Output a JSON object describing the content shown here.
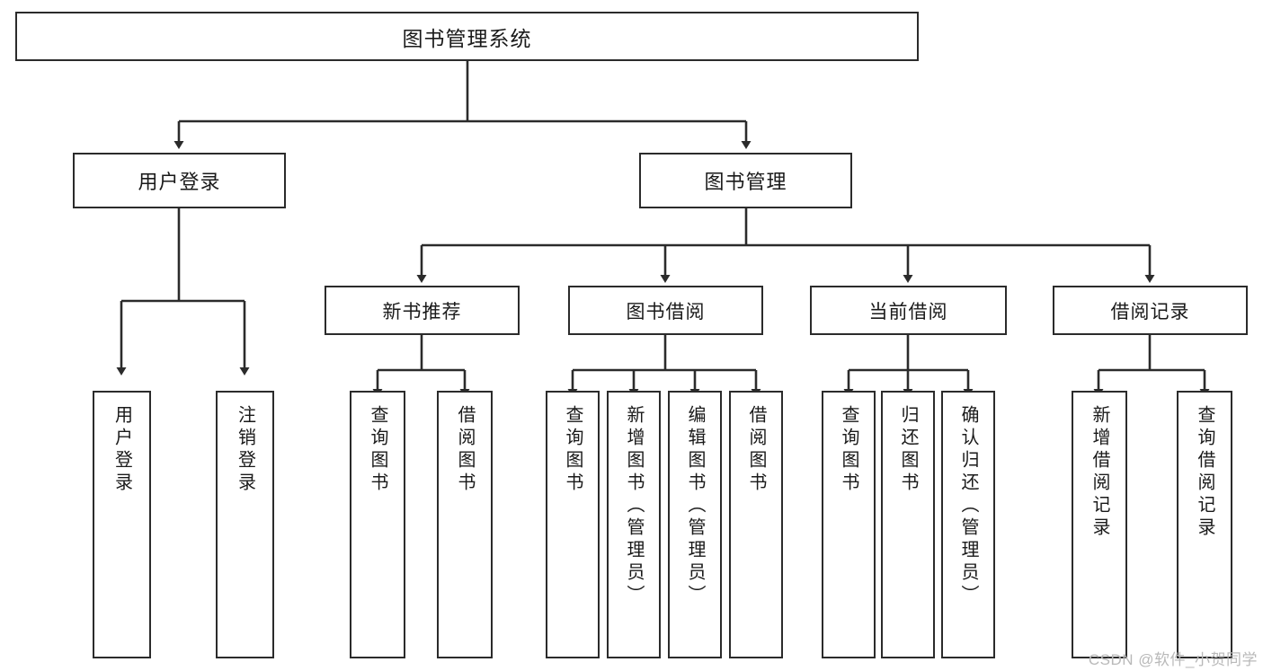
{
  "diagram": {
    "type": "tree-hierarchy-chart",
    "title": "图书管理系统",
    "colors": {
      "box_border": "#2b2b2b",
      "box_fill": "#ffffff",
      "connector": "#2b2b2b",
      "text": "#1a1a1a",
      "watermark": "#b9b9b9"
    },
    "root": {
      "label": "图书管理系统"
    },
    "level2": [
      {
        "label": "用户登录"
      },
      {
        "label": "图书管理"
      }
    ],
    "level3": [
      {
        "label": "新书推荐"
      },
      {
        "label": "图书借阅"
      },
      {
        "label": "当前借阅"
      },
      {
        "label": "借阅记录"
      }
    ],
    "leaves": {
      "user_login": [
        {
          "label": "用户登录"
        },
        {
          "label": "注销登录"
        }
      ],
      "new_book_recommend": [
        {
          "label": "查询图书"
        },
        {
          "label": "借阅图书"
        }
      ],
      "book_borrow": [
        {
          "label": "查询图书"
        },
        {
          "label": "新增图书（管理员）"
        },
        {
          "label": "编辑图书（管理员）"
        },
        {
          "label": "借阅图书"
        }
      ],
      "current_borrow": [
        {
          "label": "查询图书"
        },
        {
          "label": "归还图书"
        },
        {
          "label": "确认归还（管理员）"
        }
      ],
      "borrow_record": [
        {
          "label": "新增借阅记录"
        },
        {
          "label": "查询借阅记录"
        }
      ]
    }
  },
  "watermark": {
    "text": "CSDN @软件_小贺同学"
  }
}
